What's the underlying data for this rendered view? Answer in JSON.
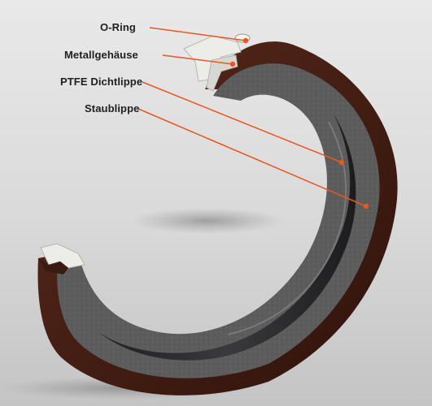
{
  "labels": {
    "o_ring": "O-Ring",
    "metal_housing": "Metallgehäuse",
    "ptfe_lip": "PTFE Dichtlippe",
    "dust_lip": "Staublippe"
  },
  "colors": {
    "leader": "#e8571f",
    "rubber_outer": "#4a1f14",
    "foam": "#5e5e5e",
    "inner_ring": "#2f2f31",
    "metal": "#e6e6e2",
    "background": "#d6d6d6"
  }
}
